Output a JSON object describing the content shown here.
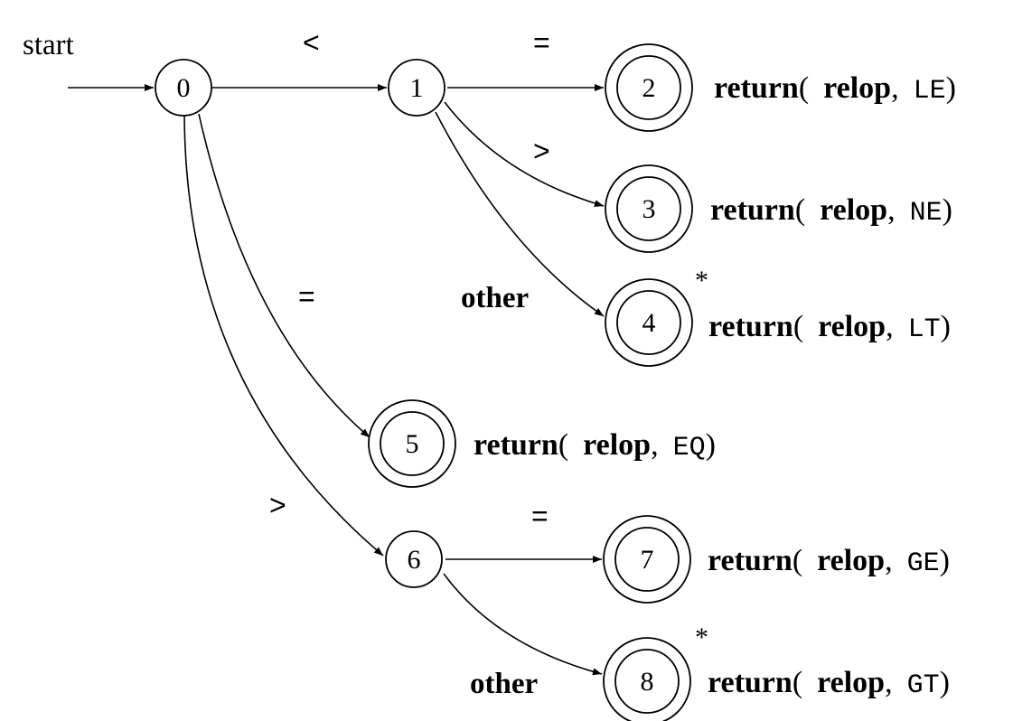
{
  "start_label": "start",
  "states": [
    {
      "id": "0",
      "label": "0",
      "accepting": false,
      "star": false
    },
    {
      "id": "1",
      "label": "1",
      "accepting": false,
      "star": false
    },
    {
      "id": "2",
      "label": "2",
      "accepting": true,
      "star": false
    },
    {
      "id": "3",
      "label": "3",
      "accepting": true,
      "star": false
    },
    {
      "id": "4",
      "label": "4",
      "accepting": true,
      "star": true
    },
    {
      "id": "5",
      "label": "5",
      "accepting": true,
      "star": false
    },
    {
      "id": "6",
      "label": "6",
      "accepting": false,
      "star": false
    },
    {
      "id": "7",
      "label": "7",
      "accepting": true,
      "star": false
    },
    {
      "id": "8",
      "label": "8",
      "accepting": true,
      "star": true
    }
  ],
  "transitions": [
    {
      "from": "0",
      "to": "1",
      "label": "<"
    },
    {
      "from": "1",
      "to": "2",
      "label": "="
    },
    {
      "from": "1",
      "to": "3",
      "label": ">"
    },
    {
      "from": "1",
      "to": "4",
      "label": "other"
    },
    {
      "from": "0",
      "to": "5",
      "label": "="
    },
    {
      "from": "0",
      "to": "6",
      "label": ">"
    },
    {
      "from": "6",
      "to": "7",
      "label": "="
    },
    {
      "from": "6",
      "to": "8",
      "label": "other"
    }
  ],
  "actions": [
    {
      "state": "2",
      "keyword": "return",
      "open": "(",
      "token": "relop",
      "comma": ",",
      "attr": "LE",
      "close": ")"
    },
    {
      "state": "3",
      "keyword": "return",
      "open": "(",
      "token": "relop",
      "comma": ",",
      "attr": "NE",
      "close": ")"
    },
    {
      "state": "4",
      "keyword": "return",
      "open": "(",
      "token": "relop",
      "comma": ",",
      "attr": "LT",
      "close": ")"
    },
    {
      "state": "5",
      "keyword": "return",
      "open": "(",
      "token": "relop",
      "comma": ",",
      "attr": "EQ",
      "close": ")"
    },
    {
      "state": "7",
      "keyword": "return",
      "open": "(",
      "token": "relop",
      "comma": ",",
      "attr": "GE",
      "close": ")"
    },
    {
      "state": "8",
      "keyword": "return",
      "open": "(",
      "token": "relop",
      "comma": ",",
      "attr": "GT",
      "close": ")"
    }
  ],
  "retract_marker": "*"
}
